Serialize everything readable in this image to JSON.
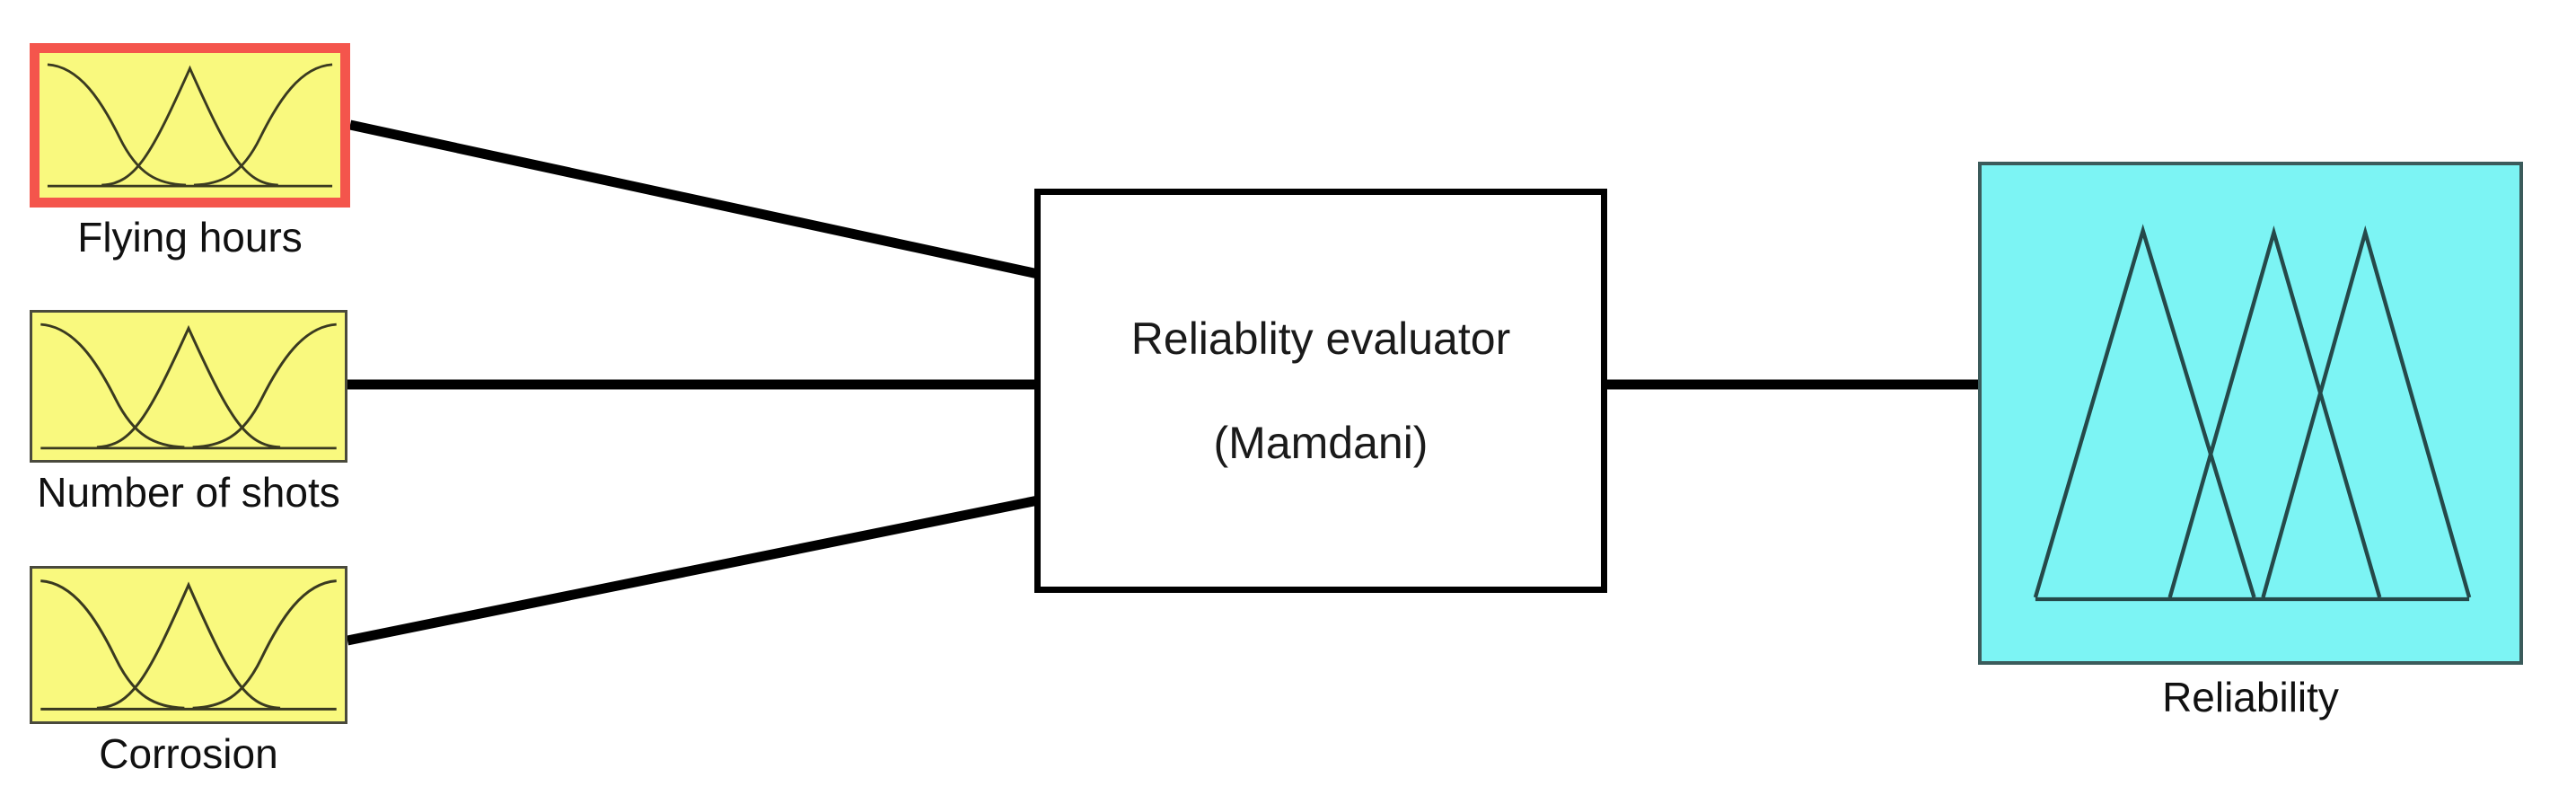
{
  "diagram": {
    "title": "Fuzzy reliability evaluator block diagram",
    "background_color": "#ffffff"
  },
  "colors": {
    "input_fill": "#f9f97e",
    "highlight_border": "#f4554c",
    "plain_border": "#4a4a3c",
    "output_fill": "#7cf4f4",
    "output_border": "#3b5b5b",
    "curve_stroke": "#3a3a20",
    "triangle_stroke": "#25494a",
    "wire_stroke": "#000000",
    "evaluator_border": "#000000",
    "evaluator_fill": "#ffffff",
    "text_color": "#111111"
  },
  "inputs": [
    {
      "id": "flying-hours",
      "label": "Flying hours",
      "highlighted": true,
      "membership_shape": "gaussian",
      "membership_count": 3
    },
    {
      "id": "number-of-shots",
      "label": "Number of shots",
      "highlighted": false,
      "membership_shape": "gaussian",
      "membership_count": 3
    },
    {
      "id": "corrosion",
      "label": "Corrosion",
      "highlighted": false,
      "membership_shape": "gaussian",
      "membership_count": 3
    }
  ],
  "evaluator": {
    "line1": "Reliablity evaluator",
    "line2": "(Mamdani)"
  },
  "output": {
    "id": "reliability",
    "label": "Reliability",
    "membership_shape": "triangular",
    "membership_count": 3
  },
  "connectors": [
    {
      "id": "flying-hours-to-evaluator",
      "from": "flying-hours",
      "to": "evaluator",
      "style": "diagonal-down"
    },
    {
      "id": "number-of-shots-to-evaluator",
      "from": "number-of-shots",
      "to": "evaluator",
      "style": "horizontal"
    },
    {
      "id": "corrosion-to-evaluator",
      "from": "corrosion",
      "to": "evaluator",
      "style": "diagonal-up"
    },
    {
      "id": "evaluator-to-reliability",
      "from": "evaluator",
      "to": "reliability",
      "style": "horizontal"
    }
  ]
}
